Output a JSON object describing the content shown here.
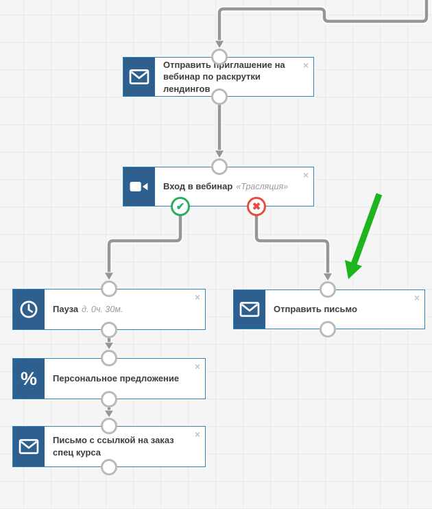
{
  "canvas": {
    "background": "#f5f5f6",
    "grid_line": "#e9e9ec"
  },
  "colors": {
    "node_border": "#2781bd",
    "icon_background": "#2d608f",
    "connector_line": "#969696",
    "port_ring": "#b9b9b9",
    "success": "#27ae60",
    "fail": "#e74c3c",
    "annotation_arrow": "#1db41e",
    "close_button": "#bcc3c9"
  },
  "ui": {
    "close_glyph": "×",
    "success_glyph": "✔",
    "fail_glyph": "✖",
    "percent_glyph": "%"
  },
  "nodes": [
    {
      "id": "send-webinar-invite",
      "icon": "envelope-icon",
      "title": "Отправить приглашение на вебинар по раскрутки лендингов",
      "subtitle": ""
    },
    {
      "id": "webinar-entry",
      "icon": "video-camera-icon",
      "title": "Вход в вебинар",
      "subtitle": "«Трасляция»"
    },
    {
      "id": "pause",
      "icon": "clock-icon",
      "title": "Пауза",
      "subtitle": "д. 0ч. 30м."
    },
    {
      "id": "personal-offer",
      "icon": "percent-icon",
      "title": "Персональное предложение",
      "subtitle": ""
    },
    {
      "id": "letter-special-course",
      "icon": "envelope-icon",
      "title": "Письмо с ссылкой на заказ спец курса",
      "subtitle": ""
    },
    {
      "id": "send-letter",
      "icon": "envelope-icon",
      "title": "Отправить письмо",
      "subtitle": ""
    }
  ]
}
